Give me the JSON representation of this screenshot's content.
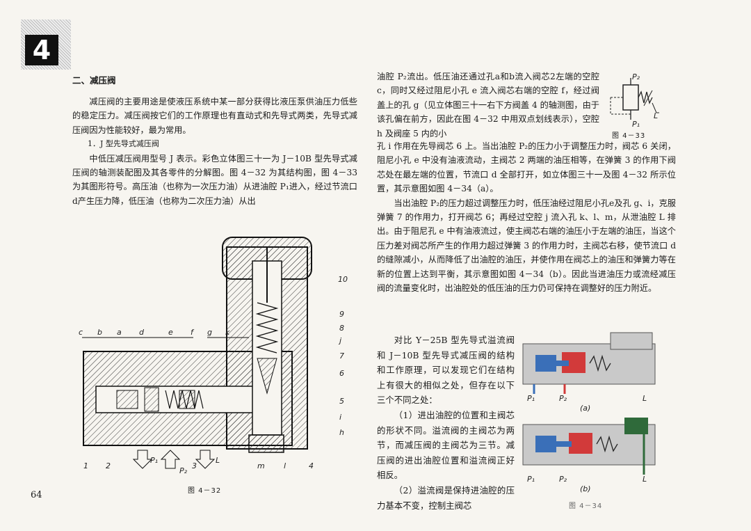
{
  "chapter": {
    "number": "4"
  },
  "page_number": "64",
  "left": {
    "heading": "二、减压阀",
    "p1": "减压阀的主要用途是使液压系统中某一部分获得比液压泵供油压力低些的稳定压力。减压阀按它们的工作原理也有直动式和先导式两类，先导式减压阀因为性能较好，最为常用。",
    "sub1": "1．J 型先导式减压阀",
    "p2": "中低压减压阀用型号 J 表示。彩色立体图三十一为 J－10B 型先导式减压阀的轴测装配图及其各零件的分解图。图 4－32 为其结构图，图 4－33 为其图形符号。高压油（也称为一次压力油）从进油腔 P₁进入，经过节流口d产生压力降，低压油（也称为二次压力油）从出"
  },
  "right": {
    "p_top": "油腔 P₂流出。低压油还通过孔a和b流入阀芯2左端的空腔 c，同时又经过阻尼小孔 e 流入阀芯右端的空腔 f，经过阀盖上的孔 g（见立体图三十一右下方阀盖 4 的轴测图，由于该孔偏在前方，因此在图 4－32 中用双点划线表示），空腔 h 及阀座 5 内的小",
    "p_cont": "孔 i 作用在先导阀芯 6 上。当出油腔 P₂的压力小于调整压力时，阀芯 6 关闭，阻尼小孔 e 中没有油液流动，主阀芯 2 两端的油压相等，在弹簧 3 的作用下阀芯处在最左端的位置，节流口 d 全部打开，如立体图三十一及图 4－32 所示位置，其示意图如图 4－34（a）。",
    "p3": "当出油腔 P₂的压力超过调整压力时，低压油经过阻尼小孔e及孔 g、i，克服弹簧 7 的作用力，打开阀芯 6；再经过空腔 j 流入孔 k、l、m，从泄油腔 L 排出。由于阻尼孔 e 中有油液流过，使主阀芯右端的油压小于左端的油压，当这个压力差对阀芯所产生的作用力超过弹簧 3 的作用力时，主阀芯右移，使节流口 d 的缝隙减小，从而降低了出油腔的油压，并使作用在阀芯上的油压和弹簧力等在新的位置上达到平衡，其示意图如图 4－34（b）。因此当进油压力或流经减压阀的流量变化时，出油腔处的低压油的压力仍可保持在调整好的压力附近。",
    "p4": "对比 Y－25B 型先导式溢流阀和 J－10B 型先导式减压阀的结构和工作原理，可以发现它们在结构上有很大的相似之处，但存在以下三个不同之处：",
    "p5": "（1）进出油腔的位置和主阀芯的形状不同。溢流阀的主阀芯为两节，而减压阀的主阀芯为三节。减压阀的进出油腔位置和溢流阀正好相反。",
    "p6": "（2）溢流阀是保持进油腔的压力基本不变，控制主阀芯"
  },
  "figures": {
    "fig32_caption": "图 4－32",
    "fig33_caption": "图 4－33",
    "fig34_caption": "图 4－34",
    "fig32_labels_top": [
      "c",
      "b",
      "a",
      "d",
      "e",
      "f",
      "g",
      "k"
    ],
    "fig32_labels_right": [
      "10",
      "9",
      "8",
      "j",
      "7",
      "6",
      "5",
      "i",
      "h"
    ],
    "fig32_labels_bottom": [
      "1",
      "2",
      "P₁",
      "P₂",
      "3",
      "L",
      "m",
      "l",
      "4"
    ],
    "fig33_labels": [
      "P₂",
      "P₁",
      "L"
    ],
    "fig34_ports": [
      "P₁",
      "P₂",
      "L"
    ],
    "fig34_sub": [
      "(a)",
      "(b)"
    ]
  }
}
